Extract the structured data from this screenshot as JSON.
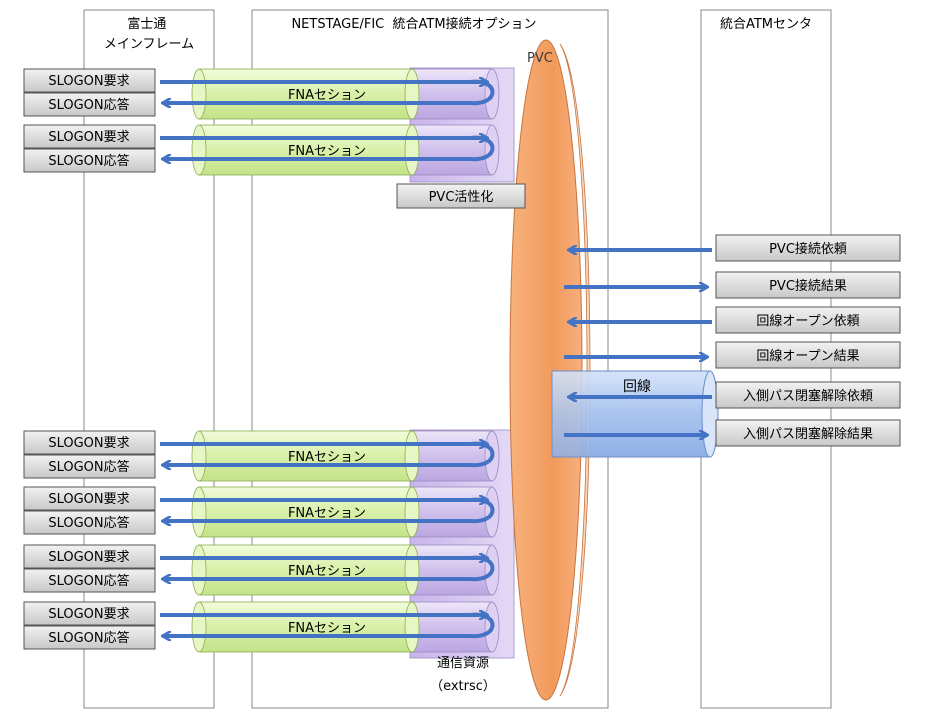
{
  "columns": {
    "mainframe": "富士通\nメインフレーム",
    "netstage": "NETSTAGE/FIC  統合ATM接続オプション",
    "atm_center": "統合ATMセンタ"
  },
  "labels": {
    "pvc": "PVC",
    "pvc_activate": "PVC活性化",
    "line": "回線",
    "comm_resource": "通信資源",
    "extrsc": "（extrsc）",
    "fna_session": "FNAセション"
  },
  "session_groups": [
    {
      "request": "SLOGON要求",
      "response": "SLOGON応答"
    },
    {
      "request": "SLOGON要求",
      "response": "SLOGON応答"
    },
    {
      "request": "SLOGON要求",
      "response": "SLOGON応答"
    },
    {
      "request": "SLOGON要求",
      "response": "SLOGON応答"
    },
    {
      "request": "SLOGON要求",
      "response": "SLOGON応答"
    },
    {
      "request": "SLOGON要求",
      "response": "SLOGON応答"
    }
  ],
  "atm_messages": [
    {
      "label": "PVC接続依頼",
      "direction": "left"
    },
    {
      "label": "PVC接続結果",
      "direction": "right"
    },
    {
      "label": "回線オープン依頼",
      "direction": "left"
    },
    {
      "label": "回線オープン結果",
      "direction": "right"
    },
    {
      "label": "入側パス閉塞解除依頼",
      "direction": "left"
    },
    {
      "label": "入側パス閉塞解除結果",
      "direction": "right"
    }
  ],
  "colors": {
    "arrow": "#4472C4",
    "button_fill": "#D9D9D9",
    "tube_green": "#D8F0A8",
    "tube_purple": "#D0C0EC",
    "pvc_orange": "#F4A46C",
    "line_blue": "#A9C4EE"
  }
}
